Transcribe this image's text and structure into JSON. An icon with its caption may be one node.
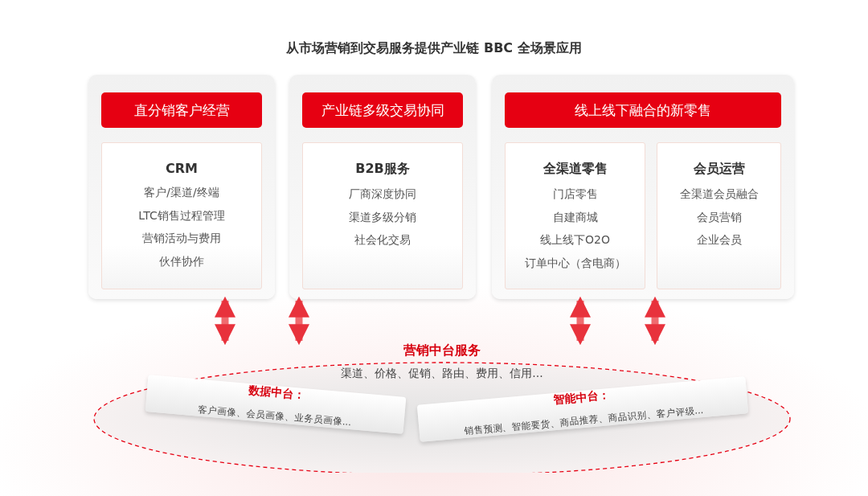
{
  "diagram": {
    "title": "从市场营销到交易服务提供产业链 BBC 全场景应用",
    "nodes": [
      {
        "text": [],
        "shape": "box"
      },
      {
        "text": [
          "直分销客户经营"
        ],
        "in": 0
      },
      {
        "text": [
          "CRM",
          "客户/渠道/终端",
          "LTC销售过程管理",
          "营销活动与费用",
          "伙伴协作"
        ],
        "in": 0
      },
      {
        "text": [],
        "shape": "box"
      },
      {
        "text": [
          "产业链多级交易协同"
        ],
        "in": 3
      },
      {
        "text": [
          "B2B服务",
          "厂商深度协同",
          "渠道多级分销",
          "社会化交易"
        ],
        "in": 3
      },
      {
        "text": [],
        "shape": "box"
      },
      {
        "text": [
          "线上线下融合的新零售"
        ],
        "in": 6
      },
      {
        "text": [
          "全渠道零售",
          "门店零售",
          "自建商城",
          "线上线下O2O",
          "订单中心（含电商）"
        ],
        "in": 6
      },
      {
        "text": [
          "会员运营",
          "全渠道会员融合",
          "会员营销",
          "企业会员"
        ],
        "in": 6
      },
      {
        "text": [
          "营销中台服务",
          "渠道、价格、促销、路由、费用、信用..."
        ]
      },
      {
        "text": [
          "数据中台：",
          "客户画像、会员画像、业务员画像..."
        ],
        "in": 10
      },
      {
        "text": [
          "智能中台：",
          "销售预测、智能要货、商品推荐、商品识别、客户评级..."
        ],
        "in": 10
      }
    ],
    "edges": [
      {
        "from": 0,
        "to": 10,
        "arrow": "both"
      },
      {
        "from": 3,
        "to": 10,
        "arrow": "both"
      },
      {
        "from": 6,
        "to": 10,
        "arrow": "both"
      },
      {
        "from": 6,
        "to": 10,
        "arrow": "both"
      }
    ]
  }
}
